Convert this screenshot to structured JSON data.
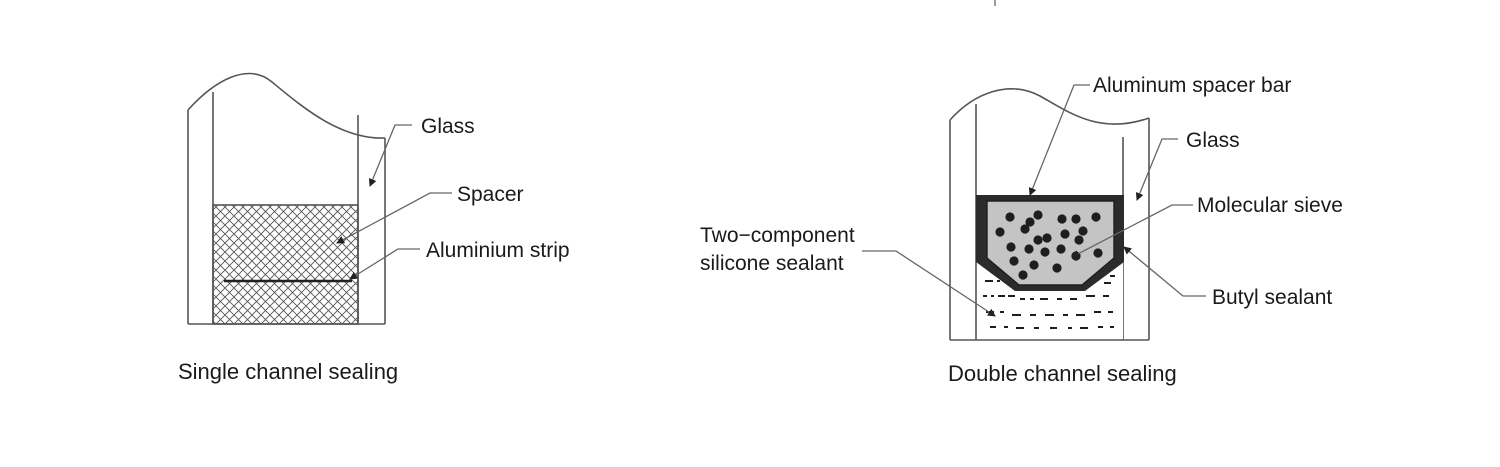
{
  "single": {
    "caption": "Single channel sealing",
    "labels": {
      "glass": "Glass",
      "spacer": "Spacer",
      "strip": "Aluminium strip"
    }
  },
  "double": {
    "caption": "Double channel sealing",
    "labels": {
      "spacer_bar": "Aluminum spacer bar",
      "glass": "Glass",
      "sieve": "Molecular sieve",
      "silicone_1": "Two−component",
      "silicone_2": "silicone sealant",
      "butyl": "Butyl sealant"
    }
  },
  "colors": {
    "outline": "#555555",
    "butyl": "#2b2b2b",
    "spacer_fill": "#c4c4c4",
    "sieve_dot": "#1e1e1e"
  }
}
